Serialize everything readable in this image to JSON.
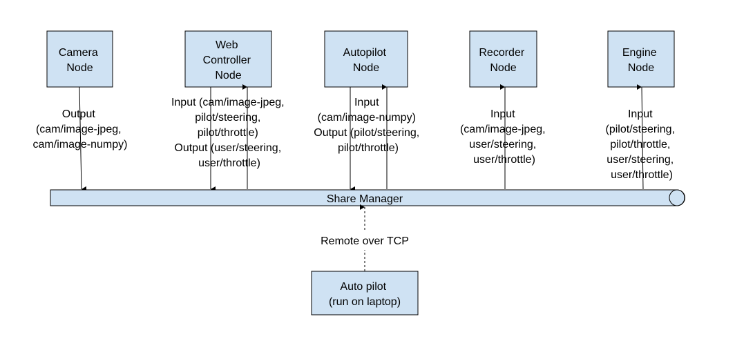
{
  "nodes": {
    "camera": [
      "Camera",
      "Node"
    ],
    "web_controller": [
      "Web",
      "Controller",
      "Node"
    ],
    "autopilot": [
      "Autopilot",
      "Node"
    ],
    "recorder": [
      "Recorder",
      "Node"
    ],
    "engine": [
      "Engine",
      "Node"
    ],
    "laptop_autopilot": [
      "Auto pilot",
      "(run on laptop)"
    ]
  },
  "labels": {
    "camera": [
      "Output",
      "(cam/image-jpeg,",
      "cam/image-numpy)"
    ],
    "web_controller": [
      "Input (cam/image-jpeg,",
      "pilot/steering,",
      "pilot/throttle)",
      "Output (user/steering,",
      "user/throttle)"
    ],
    "autopilot": [
      "Input",
      "(cam/image-numpy)",
      "Output (pilot/steering,",
      "pilot/throttle)"
    ],
    "recorder": [
      "Input",
      "(cam/image-jpeg,",
      "user/steering,",
      "user/throttle)"
    ],
    "engine": [
      "Input",
      "(pilot/steering,",
      "pilot/throttle,",
      "user/steering,",
      "user/throttle)"
    ]
  },
  "share_manager": "Share Manager",
  "remote_label": "Remote over TCP"
}
